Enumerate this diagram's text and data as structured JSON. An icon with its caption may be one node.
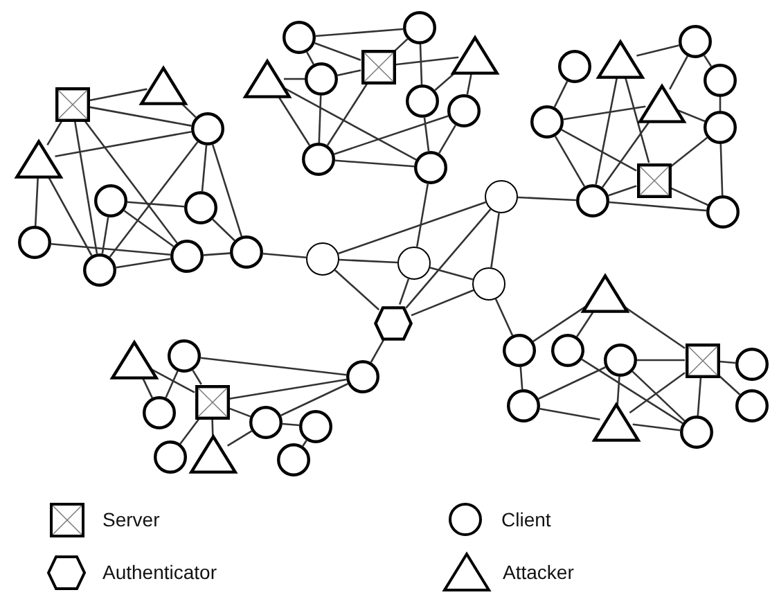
{
  "diagram": {
    "nodes": [
      {
        "text": [],
        "shape": "box"
      },
      {
        "text": [],
        "shape": "triangle"
      },
      {
        "text": [],
        "shape": "circle"
      },
      {
        "text": [],
        "shape": "triangle"
      },
      {
        "text": [],
        "shape": "circle"
      },
      {
        "text": [],
        "shape": "circle"
      },
      {
        "text": [],
        "shape": "circle"
      },
      {
        "text": [],
        "shape": "circle"
      },
      {
        "text": [],
        "shape": "circle"
      },
      {
        "text": [],
        "shape": "circle"
      },
      {
        "text": [],
        "shape": "circle"
      },
      {
        "text": [],
        "shape": "triangle"
      },
      {
        "text": [],
        "shape": "circle"
      },
      {
        "text": [],
        "shape": "box"
      },
      {
        "text": [],
        "shape": "circle"
      },
      {
        "text": [],
        "shape": "triangle"
      },
      {
        "text": [],
        "shape": "circle"
      },
      {
        "text": [],
        "shape": "circle"
      },
      {
        "text": [],
        "shape": "circle"
      },
      {
        "text": [],
        "shape": "circle"
      },
      {
        "text": [],
        "shape": "circle"
      },
      {
        "text": [],
        "shape": "triangle"
      },
      {
        "text": [],
        "shape": "circle"
      },
      {
        "text": [],
        "shape": "circle"
      },
      {
        "text": [],
        "shape": "triangle"
      },
      {
        "text": [],
        "shape": "circle"
      },
      {
        "text": [],
        "shape": "circle"
      },
      {
        "text": [],
        "shape": "box"
      },
      {
        "text": [],
        "shape": "circle"
      },
      {
        "text": [],
        "shape": "circle"
      },
      {
        "text": [],
        "shape": "circle"
      },
      {
        "text": [],
        "shape": "circle"
      },
      {
        "text": [],
        "shape": "circle"
      },
      {
        "text": [],
        "shape": "circle"
      },
      {
        "text": [],
        "shape": "hexagon"
      },
      {
        "text": [],
        "shape": "triangle"
      },
      {
        "text": [],
        "shape": "circle"
      },
      {
        "text": [],
        "shape": "box"
      },
      {
        "text": [],
        "shape": "circle"
      },
      {
        "text": [],
        "shape": "circle"
      },
      {
        "text": [],
        "shape": "triangle"
      },
      {
        "text": [],
        "shape": "circle"
      },
      {
        "text": [],
        "shape": "circle"
      },
      {
        "text": [],
        "shape": "circle"
      },
      {
        "text": [],
        "shape": "circle"
      },
      {
        "text": [],
        "shape": "triangle"
      },
      {
        "text": [],
        "shape": "circle"
      },
      {
        "text": [],
        "shape": "circle"
      },
      {
        "text": [],
        "shape": "circle"
      },
      {
        "text": [],
        "shape": "box"
      },
      {
        "text": [],
        "shape": "circle"
      },
      {
        "text": [],
        "shape": "circle"
      },
      {
        "text": [],
        "shape": "triangle"
      },
      {
        "text": [],
        "shape": "circle"
      },
      {
        "text": [],
        "shape": "circle"
      }
    ],
    "edges": [
      {
        "from": 0,
        "to": 1,
        "arrow": "none"
      },
      {
        "from": 0,
        "to": 2,
        "arrow": "none"
      },
      {
        "from": 0,
        "to": 3,
        "arrow": "none"
      },
      {
        "from": 0,
        "to": 7,
        "arrow": "none"
      },
      {
        "from": 0,
        "to": 8,
        "arrow": "none"
      },
      {
        "from": 1,
        "to": 2,
        "arrow": "none"
      },
      {
        "from": 3,
        "to": 2,
        "arrow": "none"
      },
      {
        "from": 3,
        "to": 6,
        "arrow": "none"
      },
      {
        "from": 3,
        "to": 7,
        "arrow": "none"
      },
      {
        "from": 2,
        "to": 5,
        "arrow": "none"
      },
      {
        "from": 2,
        "to": 9,
        "arrow": "none"
      },
      {
        "from": 2,
        "to": 7,
        "arrow": "none"
      },
      {
        "from": 4,
        "to": 5,
        "arrow": "none"
      },
      {
        "from": 4,
        "to": 8,
        "arrow": "none"
      },
      {
        "from": 4,
        "to": 7,
        "arrow": "none"
      },
      {
        "from": 6,
        "to": 8,
        "arrow": "none"
      },
      {
        "from": 7,
        "to": 8,
        "arrow": "none"
      },
      {
        "from": 5,
        "to": 9,
        "arrow": "none"
      },
      {
        "from": 8,
        "to": 9,
        "arrow": "none"
      },
      {
        "from": 9,
        "to": 30,
        "arrow": "none"
      },
      {
        "from": 10,
        "to": 14,
        "arrow": "none"
      },
      {
        "from": 10,
        "to": 12,
        "arrow": "none"
      },
      {
        "from": 10,
        "to": 13,
        "arrow": "none"
      },
      {
        "from": 11,
        "to": 12,
        "arrow": "none"
      },
      {
        "from": 12,
        "to": 13,
        "arrow": "none"
      },
      {
        "from": 13,
        "to": 14,
        "arrow": "none"
      },
      {
        "from": 13,
        "to": 15,
        "arrow": "none"
      },
      {
        "from": 14,
        "to": 16,
        "arrow": "none"
      },
      {
        "from": 15,
        "to": 16,
        "arrow": "none"
      },
      {
        "from": 15,
        "to": 17,
        "arrow": "none"
      },
      {
        "from": 11,
        "to": 18,
        "arrow": "none"
      },
      {
        "from": 12,
        "to": 18,
        "arrow": "none"
      },
      {
        "from": 13,
        "to": 18,
        "arrow": "none"
      },
      {
        "from": 11,
        "to": 19,
        "arrow": "none"
      },
      {
        "from": 18,
        "to": 17,
        "arrow": "none"
      },
      {
        "from": 18,
        "to": 19,
        "arrow": "none"
      },
      {
        "from": 16,
        "to": 19,
        "arrow": "none"
      },
      {
        "from": 17,
        "to": 19,
        "arrow": "none"
      },
      {
        "from": 19,
        "to": 31,
        "arrow": "none"
      },
      {
        "from": 20,
        "to": 25,
        "arrow": "none"
      },
      {
        "from": 21,
        "to": 22,
        "arrow": "none"
      },
      {
        "from": 22,
        "to": 24,
        "arrow": "none"
      },
      {
        "from": 22,
        "to": 23,
        "arrow": "none"
      },
      {
        "from": 23,
        "to": 26,
        "arrow": "none"
      },
      {
        "from": 25,
        "to": 24,
        "arrow": "none"
      },
      {
        "from": 25,
        "to": 27,
        "arrow": "none"
      },
      {
        "from": 25,
        "to": 28,
        "arrow": "none"
      },
      {
        "from": 21,
        "to": 28,
        "arrow": "none"
      },
      {
        "from": 21,
        "to": 27,
        "arrow": "none"
      },
      {
        "from": 24,
        "to": 28,
        "arrow": "none"
      },
      {
        "from": 24,
        "to": 26,
        "arrow": "none"
      },
      {
        "from": 26,
        "to": 27,
        "arrow": "none"
      },
      {
        "from": 26,
        "to": 29,
        "arrow": "none"
      },
      {
        "from": 28,
        "to": 29,
        "arrow": "none"
      },
      {
        "from": 27,
        "to": 29,
        "arrow": "none"
      },
      {
        "from": 27,
        "to": 28,
        "arrow": "none"
      },
      {
        "from": 30,
        "to": 31,
        "arrow": "none"
      },
      {
        "from": 30,
        "to": 32,
        "arrow": "none"
      },
      {
        "from": 30,
        "to": 34,
        "arrow": "none"
      },
      {
        "from": 31,
        "to": 34,
        "arrow": "none"
      },
      {
        "from": 31,
        "to": 33,
        "arrow": "none"
      },
      {
        "from": 32,
        "to": 34,
        "arrow": "none"
      },
      {
        "from": 32,
        "to": 33,
        "arrow": "none"
      },
      {
        "from": 33,
        "to": 34,
        "arrow": "none"
      },
      {
        "from": 32,
        "to": 28,
        "arrow": "none"
      },
      {
        "from": 33,
        "to": 46,
        "arrow": "none"
      },
      {
        "from": 34,
        "to": 44,
        "arrow": "none"
      },
      {
        "from": 36,
        "to": 44,
        "arrow": "none"
      },
      {
        "from": 37,
        "to": 44,
        "arrow": "none"
      },
      {
        "from": 41,
        "to": 44,
        "arrow": "none"
      },
      {
        "from": 35,
        "to": 37,
        "arrow": "none"
      },
      {
        "from": 35,
        "to": 38,
        "arrow": "none"
      },
      {
        "from": 36,
        "to": 38,
        "arrow": "none"
      },
      {
        "from": 36,
        "to": 37,
        "arrow": "none"
      },
      {
        "from": 37,
        "to": 39,
        "arrow": "none"
      },
      {
        "from": 37,
        "to": 41,
        "arrow": "none"
      },
      {
        "from": 40,
        "to": 41,
        "arrow": "none"
      },
      {
        "from": 37,
        "to": 40,
        "arrow": "none"
      },
      {
        "from": 41,
        "to": 42,
        "arrow": "none"
      },
      {
        "from": 42,
        "to": 43,
        "arrow": "none"
      },
      {
        "from": 45,
        "to": 46,
        "arrow": "none"
      },
      {
        "from": 45,
        "to": 47,
        "arrow": "none"
      },
      {
        "from": 45,
        "to": 49,
        "arrow": "none"
      },
      {
        "from": 46,
        "to": 51,
        "arrow": "none"
      },
      {
        "from": 48,
        "to": 49,
        "arrow": "none"
      },
      {
        "from": 48,
        "to": 51,
        "arrow": "none"
      },
      {
        "from": 48,
        "to": 52,
        "arrow": "none"
      },
      {
        "from": 48,
        "to": 53,
        "arrow": "none"
      },
      {
        "from": 47,
        "to": 53,
        "arrow": "none"
      },
      {
        "from": 51,
        "to": 52,
        "arrow": "none"
      },
      {
        "from": 52,
        "to": 49,
        "arrow": "none"
      },
      {
        "from": 52,
        "to": 53,
        "arrow": "none"
      },
      {
        "from": 49,
        "to": 53,
        "arrow": "none"
      },
      {
        "from": 49,
        "to": 50,
        "arrow": "none"
      },
      {
        "from": 49,
        "to": 54,
        "arrow": "none"
      }
    ],
    "legend": [
      {
        "text": "Server"
      },
      {
        "text": "Client"
      },
      {
        "text": "Authenticator"
      },
      {
        "text": "Attacker"
      }
    ]
  }
}
